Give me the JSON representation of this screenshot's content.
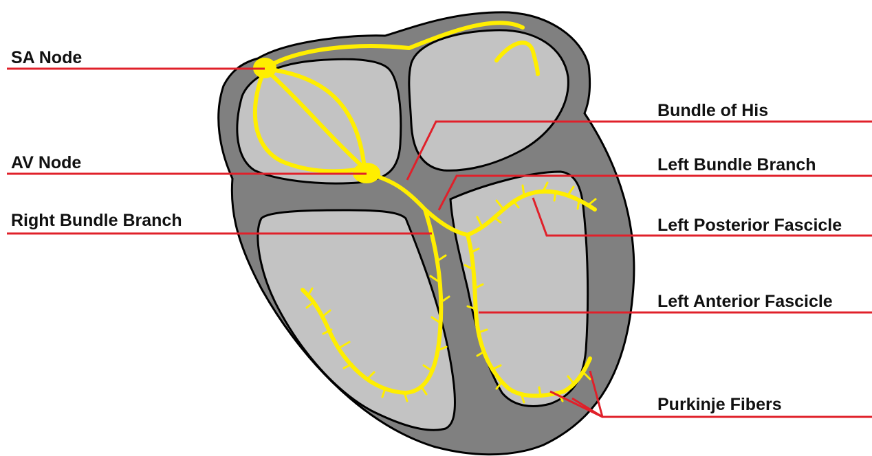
{
  "labels": {
    "sa_node": "SA Node",
    "av_node": "AV Node",
    "right_bundle_branch": "Right Bundle Branch",
    "bundle_of_his": "Bundle of His",
    "left_bundle_branch": "Left Bundle Branch",
    "left_posterior_fascicle": "Left Posterior Fascicle",
    "left_anterior_fascicle": "Left Anterior Fascicle",
    "purkinje_fibers": "Purkinje Fibers"
  },
  "colors": {
    "heart_wall": "#808080",
    "chamber": "#c3c3c3",
    "outline": "#000000",
    "conduction": "#ffee00",
    "leader_line": "#e0202a"
  }
}
